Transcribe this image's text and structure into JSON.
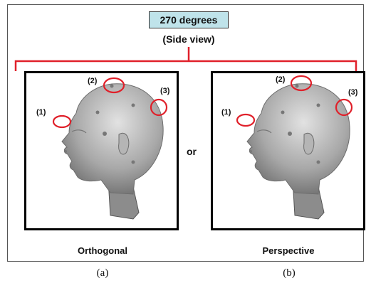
{
  "header": {
    "title": "270 degrees",
    "subtitle": "(Side view)"
  },
  "connector_word": "or",
  "panels": [
    {
      "label": "Orthogonal",
      "caption": "(a)",
      "markers": [
        "(1)",
        "(2)",
        "(3)"
      ]
    },
    {
      "label": "Perspective",
      "caption": "(b)",
      "markers": [
        "(1)",
        "(2)",
        "(3)"
      ]
    }
  ],
  "colors": {
    "highlight": "#e0202a",
    "title_fill": "#bfe3ea",
    "head": "#9a9a9a"
  }
}
